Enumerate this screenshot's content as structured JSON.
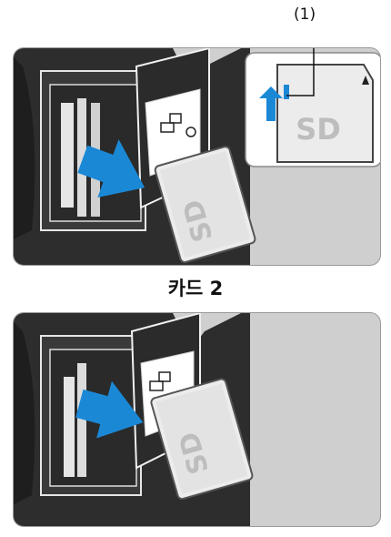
{
  "callout": {
    "label": "(1)"
  },
  "caption": {
    "text": "카드 2"
  },
  "card": {
    "label": "SD"
  },
  "colors": {
    "arrow": "#1b88d6",
    "panel_bg": "#cfcfcf",
    "camera_body": "#2d2d2d",
    "card_body": "#ececec"
  },
  "icons": [
    "up-arrow-icon",
    "insert-arrow-icon",
    "card-slot-icon",
    "eject-icon"
  ]
}
